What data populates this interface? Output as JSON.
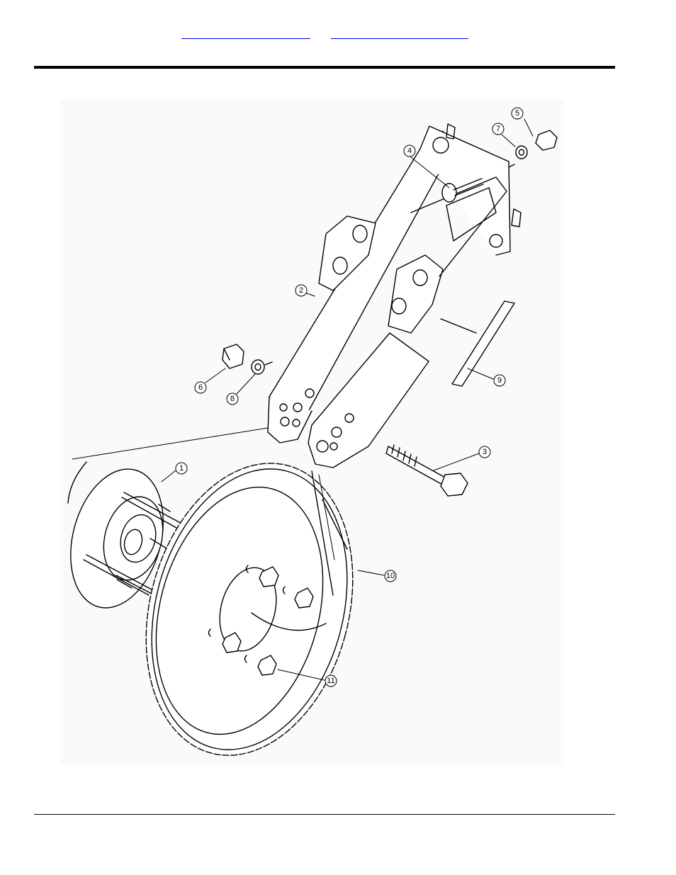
{
  "header": {
    "links": [
      {
        "label": ""
      },
      {
        "label": ""
      }
    ]
  },
  "callouts": [
    "1",
    "2",
    "3",
    "4",
    "5",
    "6",
    "7",
    "8",
    "9",
    "10",
    "11"
  ]
}
